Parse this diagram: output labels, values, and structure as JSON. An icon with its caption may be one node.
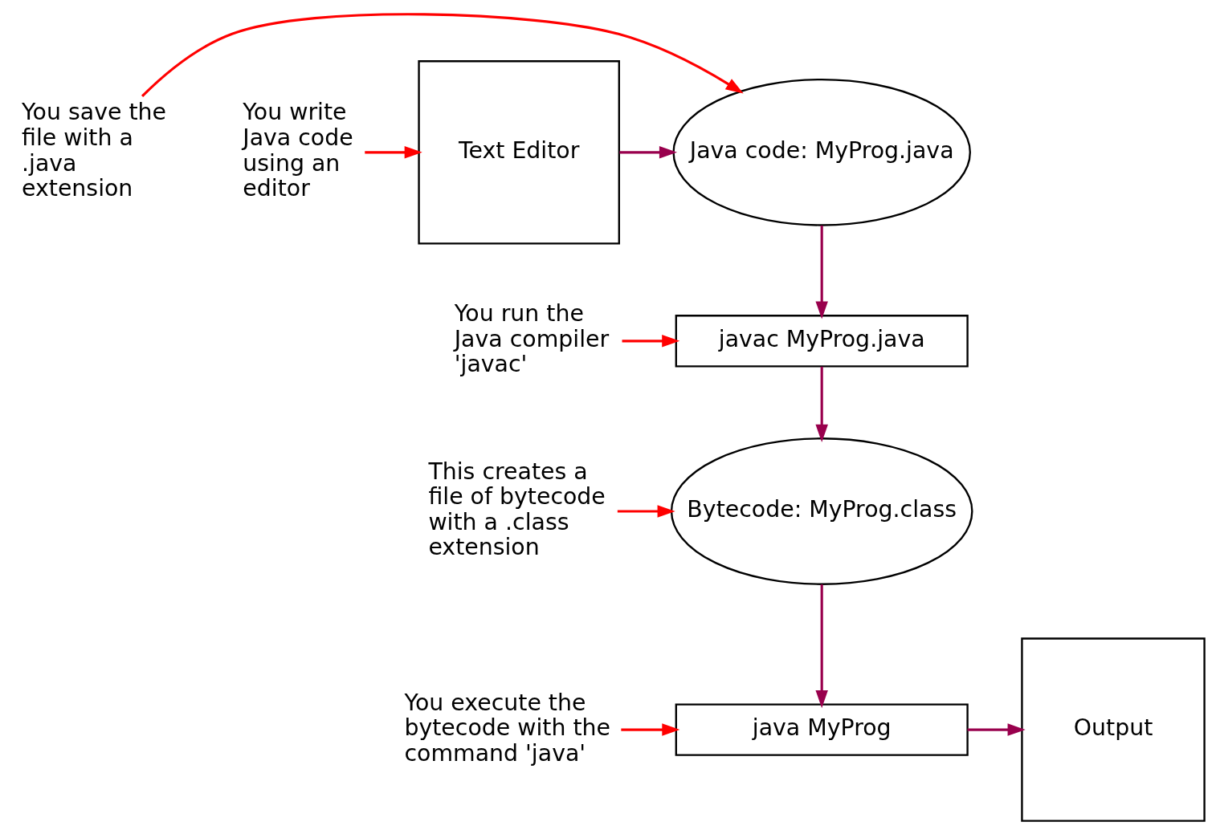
{
  "diagram": {
    "nodes": [
      {
        "text": [
          "Text Editor"
        ]
      },
      {
        "text": [
          "Java code: MyProg.java"
        ]
      },
      {
        "text": [
          "javac MyProg.java"
        ]
      },
      {
        "text": [
          "Bytecode: MyProg.class"
        ]
      },
      {
        "text": [
          "java MyProg"
        ]
      },
      {
        "text": [
          "Output"
        ]
      },
      {
        "text": [
          "You write Java code using an editor"
        ]
      },
      {
        "text": [
          "You save the file with a .java extension"
        ]
      },
      {
        "text": [
          "You run the Java compiler 'javac'"
        ]
      },
      {
        "text": [
          "This creates a file of bytecode with a .class extension"
        ]
      },
      {
        "text": [
          "You execute the bytecode with the command 'java'"
        ]
      }
    ],
    "edges": [
      {
        "from": 0,
        "to": 1,
        "arrow": "to",
        "color": "#99004d"
      },
      {
        "from": 1,
        "to": 2,
        "arrow": "to",
        "color": "#99004d"
      },
      {
        "from": 2,
        "to": 3,
        "arrow": "to",
        "color": "#99004d"
      },
      {
        "from": 3,
        "to": 4,
        "arrow": "to",
        "color": "#99004d"
      },
      {
        "from": 4,
        "to": 5,
        "arrow": "to",
        "color": "#99004d"
      },
      {
        "from": 6,
        "to": 0,
        "arrow": "to",
        "color": "#ff0000"
      },
      {
        "from": 7,
        "to": 1,
        "arrow": "to",
        "color": "#ff0000"
      },
      {
        "from": 8,
        "to": 2,
        "arrow": "to",
        "color": "#ff0000"
      },
      {
        "from": 9,
        "to": 3,
        "arrow": "to",
        "color": "#ff0000"
      },
      {
        "from": 10,
        "to": 4,
        "arrow": "to",
        "color": "#ff0000"
      }
    ]
  }
}
